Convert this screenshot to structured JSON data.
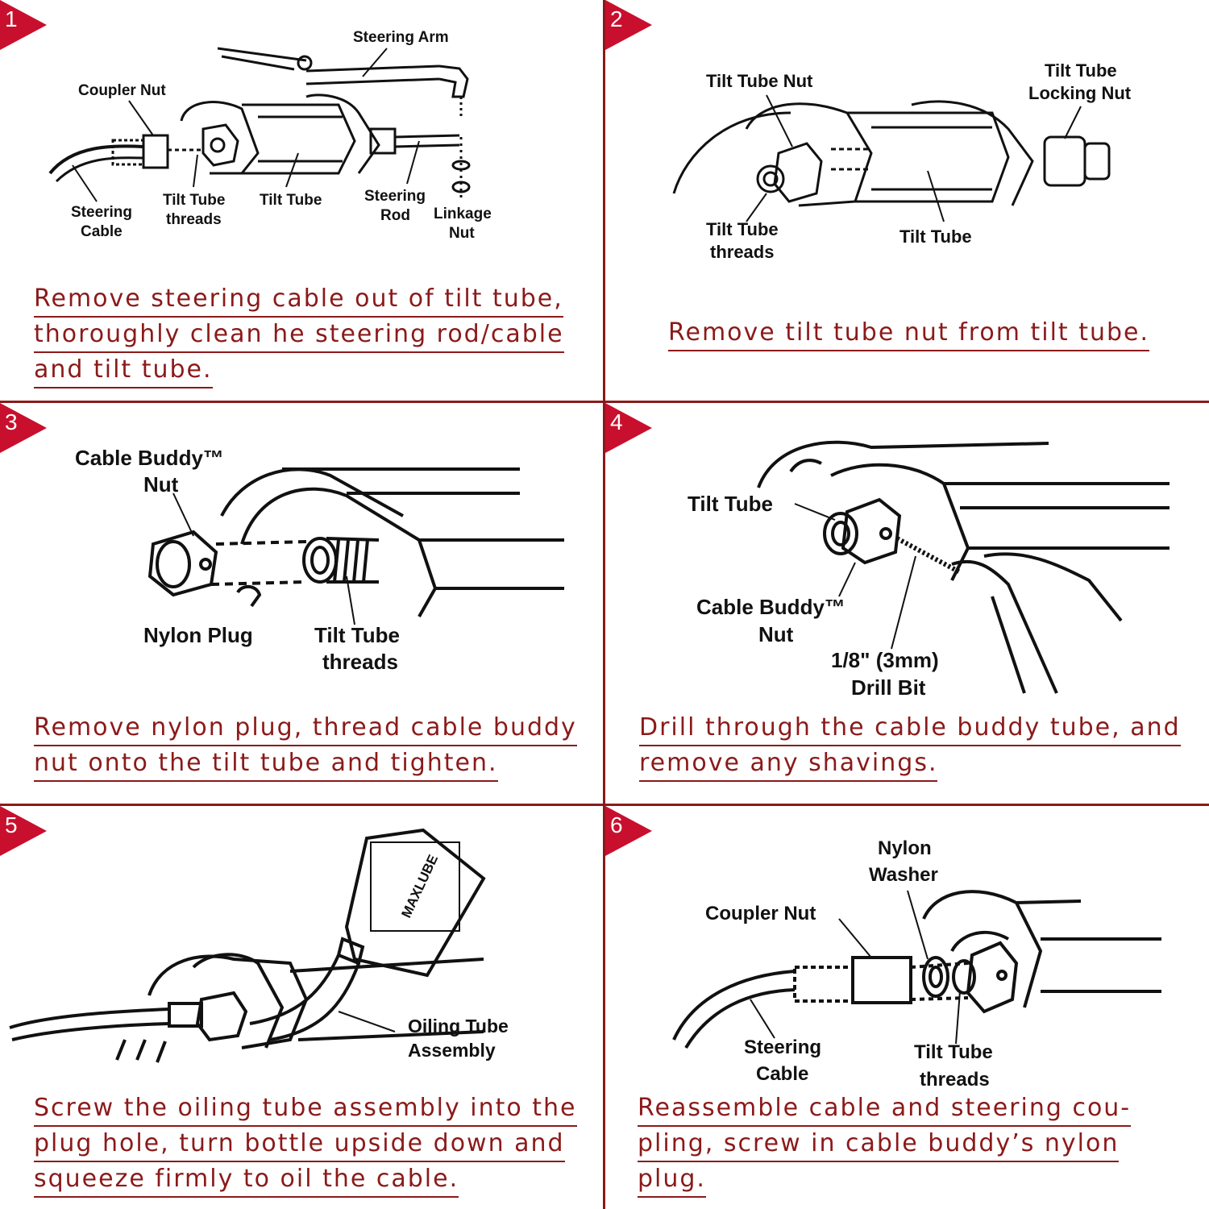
{
  "accent_color": "#8b1a1a",
  "steps": [
    {
      "number": "1",
      "labels": {
        "steering_arm": "Steering Arm",
        "coupler_nut": "Coupler Nut",
        "steering_cable": [
          "Steering",
          "Cable"
        ],
        "tilt_tube_threads": [
          "Tilt Tube",
          "threads"
        ],
        "tilt_tube": "Tilt Tube",
        "steering_rod": [
          "Steering",
          "Rod"
        ],
        "linkage_nut": [
          "Linkage",
          "Nut"
        ]
      },
      "caption": [
        "Remove steering cable out of tilt tube,",
        "thoroughly clean he steering rod/cable",
        "and tilt tube."
      ]
    },
    {
      "number": "2",
      "labels": {
        "tilt_tube_nut": "Tilt Tube Nut",
        "tilt_tube_locking_nut": [
          "Tilt Tube",
          "Locking Nut"
        ],
        "tilt_tube_threads": [
          "Tilt Tube",
          "threads"
        ],
        "tilt_tube": "Tilt Tube"
      },
      "caption": [
        "Remove tilt tube nut from tilt tube."
      ]
    },
    {
      "number": "3",
      "labels": {
        "cable_buddy_nut": [
          "Cable Buddy™",
          "Nut"
        ],
        "nylon_plug": "Nylon Plug",
        "tilt_tube_threads": [
          "Tilt Tube",
          "threads"
        ]
      },
      "caption": [
        "Remove nylon plug, thread cable buddy",
        "nut onto the tilt tube and tighten."
      ]
    },
    {
      "number": "4",
      "labels": {
        "tilt_tube": "Tilt Tube",
        "cable_buddy_nut": [
          "Cable Buddy™",
          "Nut"
        ],
        "drill_bit": [
          "1/8\" (3mm)",
          "Drill Bit"
        ]
      },
      "caption": [
        "Drill through the cable buddy tube, and",
        "remove any shavings."
      ]
    },
    {
      "number": "5",
      "labels": {
        "oiling_tube_assembly": [
          "Oiling Tube",
          "Assembly"
        ],
        "bottle_brand": "MAXLUBE"
      },
      "caption": [
        "Screw the oiling tube assembly into the",
        "plug hole, turn bottle upside down and",
        "squeeze firmly to oil the cable."
      ]
    },
    {
      "number": "6",
      "labels": {
        "nylon_washer": [
          "Nylon",
          "Washer"
        ],
        "coupler_nut": "Coupler Nut",
        "steering_cable": [
          "Steering",
          "Cable"
        ],
        "tilt_tube_threads": [
          "Tilt Tube",
          "threads"
        ]
      },
      "caption": [
        "Reassemble cable and steering cou-",
        "pling, screw in cable buddy’s nylon",
        "plug."
      ]
    }
  ]
}
